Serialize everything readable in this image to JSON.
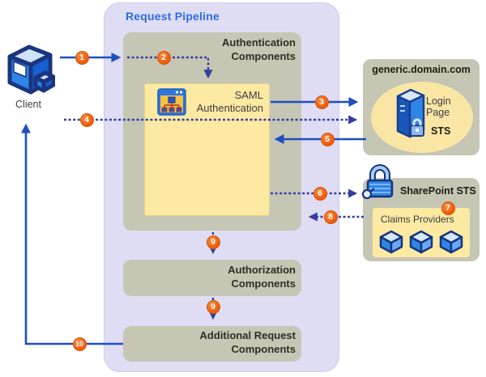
{
  "client": {
    "label": "Client"
  },
  "pipeline": {
    "title": "Request Pipeline",
    "authentication_components": "Authentication\nComponents",
    "saml_authentication": "SAML\nAuthentication",
    "authorization_components": "Authorization\nComponents",
    "additional_request_components": "Additional Request\nComponents"
  },
  "generic_domain": {
    "title": "generic.domain.com",
    "login_page": "Login\nPage",
    "sts": "STS"
  },
  "sharepoint_sts": {
    "title": "SharePoint STS",
    "claims_providers": "Claims Providers"
  },
  "steps": [
    "1",
    "2",
    "3",
    "4",
    "5",
    "6",
    "7",
    "8",
    "9",
    "9",
    "10"
  ],
  "colors": {
    "pipeline_bg": "#dfddf4",
    "box_gray": "#c6c6b4",
    "box_yellow": "#fce9a2",
    "arrow_solid": "#1d4fc0",
    "arrow_dashed": "#333f9e",
    "badge_orange": "#f06010",
    "title_blue": "#2d6be0"
  }
}
